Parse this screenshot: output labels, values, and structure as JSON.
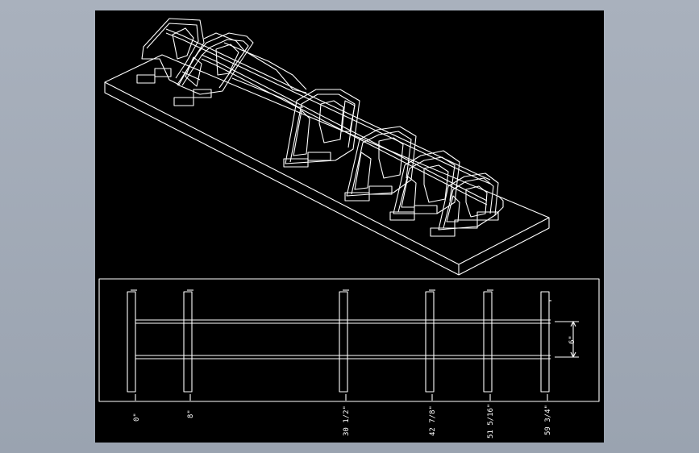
{
  "drawing": {
    "background_color": "#000000",
    "line_color": "#ffffff",
    "frame_color": "#9aa3b0"
  },
  "plan_view": {
    "dimensions": [
      {
        "label": "0\""
      },
      {
        "label": "8\""
      },
      {
        "label": "30 1/2\""
      },
      {
        "label": "42 7/8\""
      },
      {
        "label": "51 5/16\""
      },
      {
        "label": "59 3/4\""
      }
    ],
    "width_dimension": "6\""
  }
}
